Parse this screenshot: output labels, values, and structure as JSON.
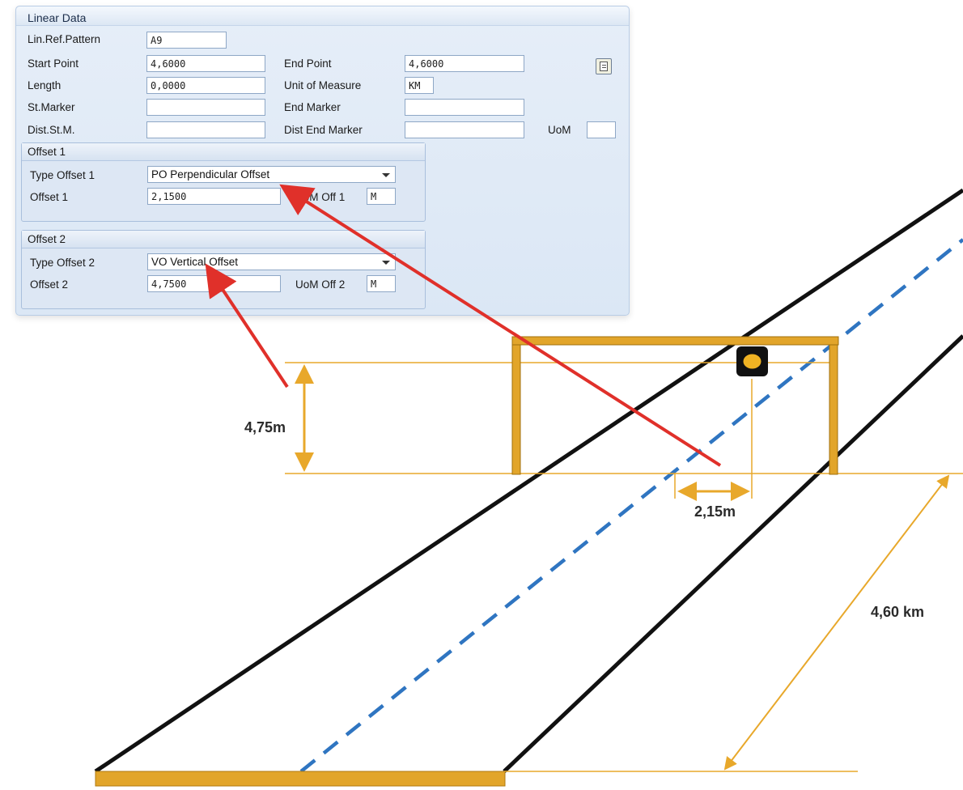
{
  "panel": {
    "title": "Linear Data",
    "lin_ref_pattern": {
      "label": "Lin.Ref.Pattern",
      "value": "A9"
    },
    "start_point": {
      "label": "Start Point",
      "value": "4,6000"
    },
    "end_point": {
      "label": "End Point",
      "value": "4,6000"
    },
    "length": {
      "label": "Length",
      "value": "0,0000"
    },
    "unit_of_measure": {
      "label": "Unit of Measure",
      "value": "KM"
    },
    "st_marker": {
      "label": "St.Marker",
      "value": ""
    },
    "end_marker": {
      "label": "End Marker",
      "value": ""
    },
    "dist_st_m": {
      "label": "Dist.St.M.",
      "value": ""
    },
    "dist_end_marker": {
      "label": "Dist End Marker",
      "value": ""
    },
    "uom": {
      "label": "UoM",
      "value": ""
    },
    "offset1": {
      "title": "Offset 1",
      "type_label": "Type Offset 1",
      "type_value": "PO Perpendicular Offset",
      "offset_label": "Offset 1",
      "offset_value": "2,1500",
      "uom_label": "UoM Off 1",
      "uom_value": "M"
    },
    "offset2": {
      "title": "Offset 2",
      "type_label": "Type Offset 2",
      "type_value": "VO Vertical Offset",
      "offset_label": "Offset 2",
      "offset_value": "4,7500",
      "uom_label": "UoM Off 2",
      "uom_value": "M"
    }
  },
  "diagram": {
    "height_label": "4,75m",
    "offset_label": "2,15m",
    "distance_label": "4,60 km",
    "colors": {
      "gantry": "#e2a52a",
      "arrow": "#e0302a",
      "centerline": "#2f75c1",
      "road": "#111111",
      "dimension": "#e8a82b"
    }
  }
}
